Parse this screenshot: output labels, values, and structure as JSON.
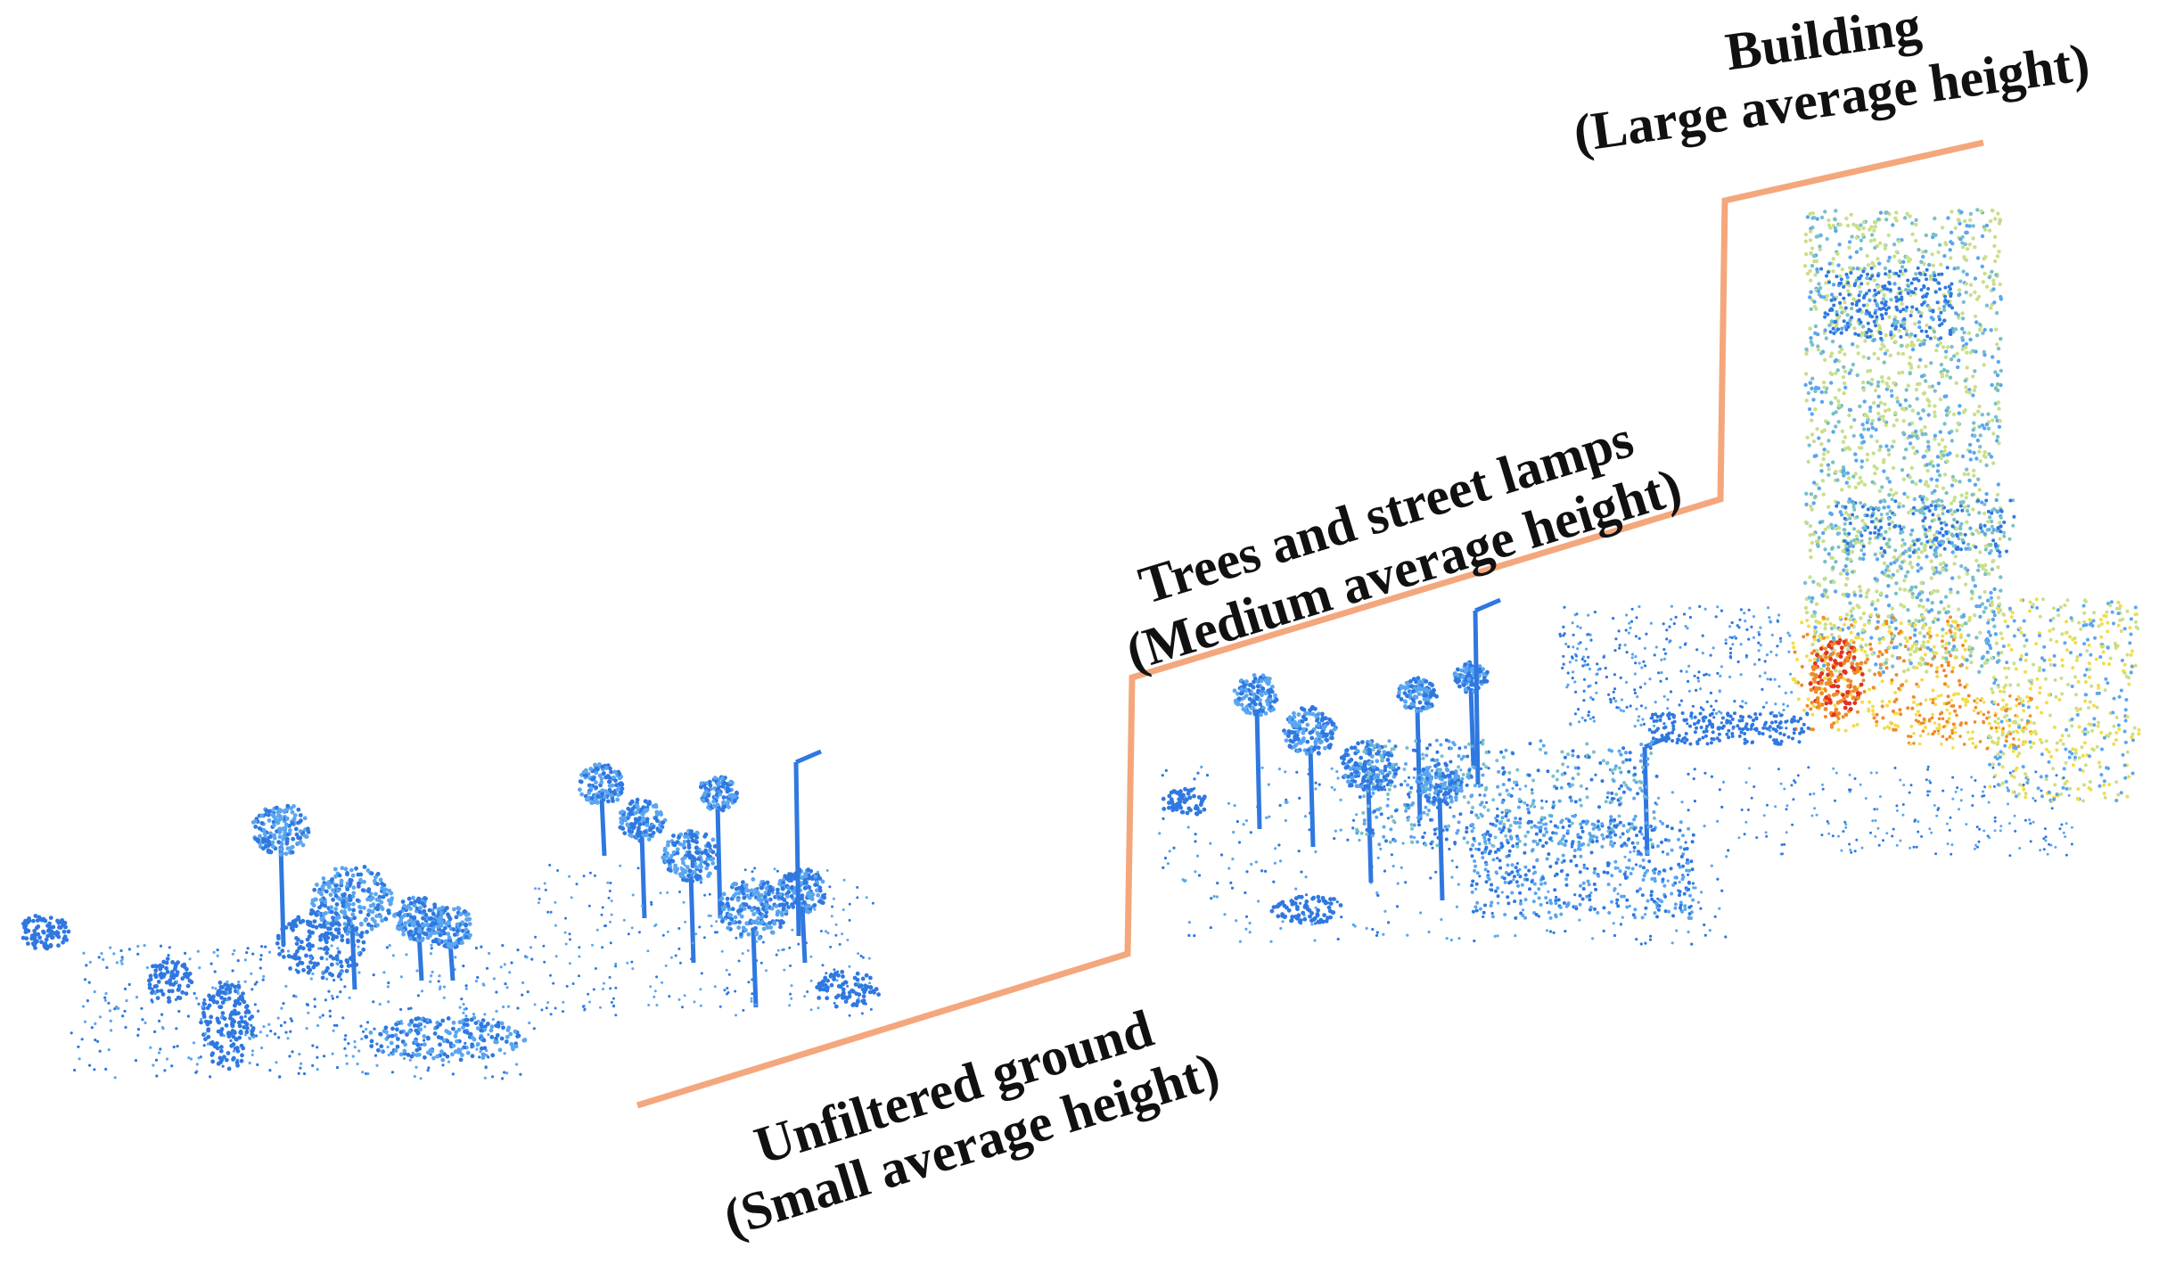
{
  "labels": {
    "ground": {
      "line1": "Unfiltered ground",
      "line2": "(Small average height)"
    },
    "trees": {
      "line1": "Trees and street lamps",
      "line2": "(Medium average height)"
    },
    "building": {
      "line1": "Building",
      "line2": "(Large average height)"
    }
  },
  "colors": {
    "step_line": "#f4a77c",
    "points_blue": "#2f78e0",
    "points_light_blue": "#5aa6f0",
    "points_teal": "#79c0c8",
    "points_yellow_green": "#c9df8c",
    "points_yellow": "#f2dd4a",
    "points_orange": "#f08a2a",
    "points_red": "#e03322"
  }
}
